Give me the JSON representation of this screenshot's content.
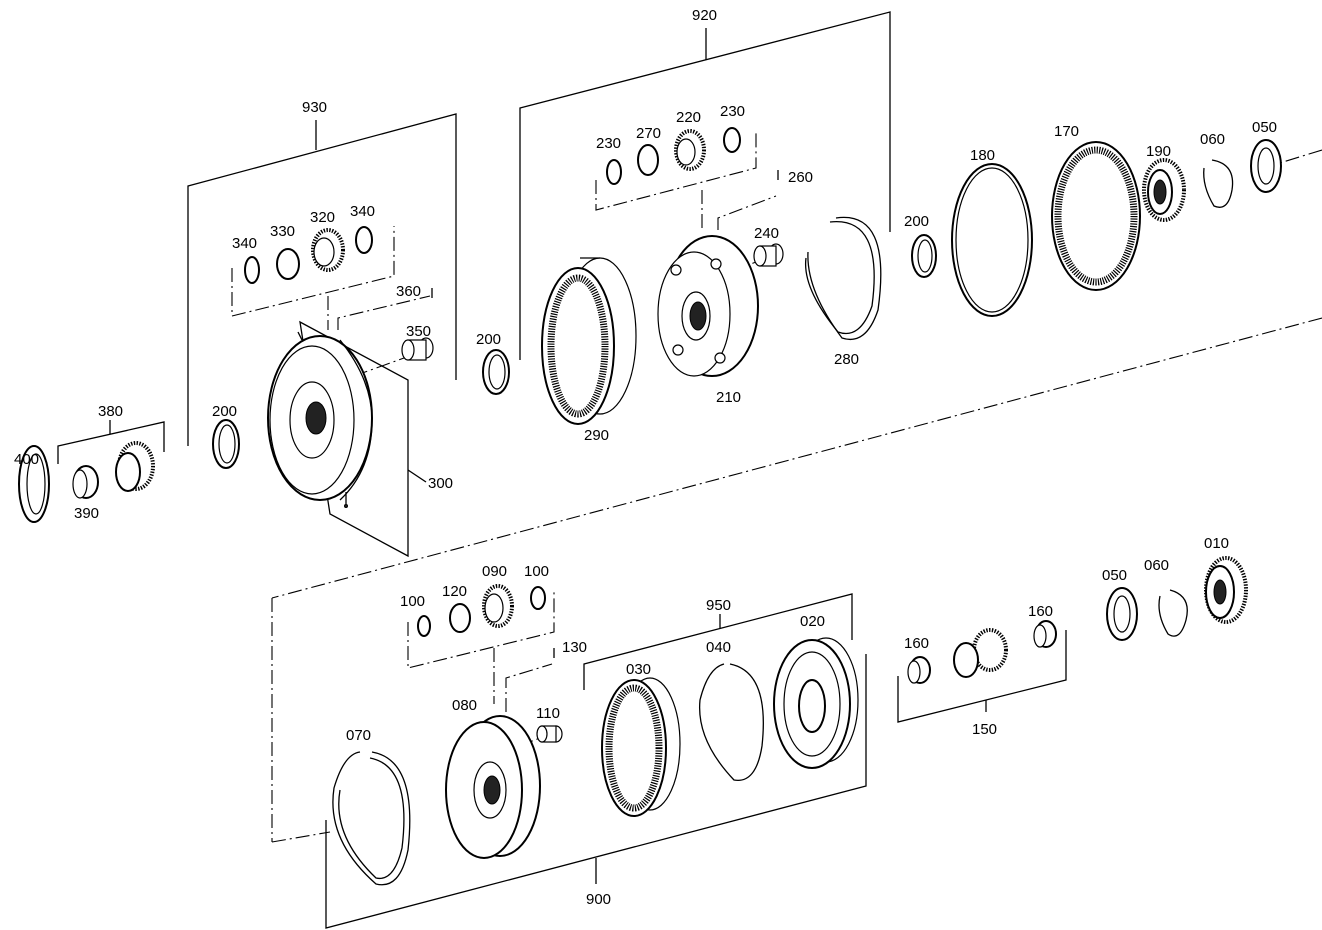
{
  "labels": {
    "l400": "400",
    "l390": "390",
    "l380": "380",
    "l200a": "200",
    "l930": "930",
    "l340a": "340",
    "l330": "330",
    "l320": "320",
    "l340b": "340",
    "l360": "360",
    "l350": "350",
    "l300": "300",
    "l200b": "200",
    "l920": "920",
    "l230a": "230",
    "l270": "270",
    "l220": "220",
    "l230b": "230",
    "l260": "260",
    "l240": "240",
    "l290": "290",
    "l210": "210",
    "l280": "280",
    "l200c": "200",
    "l180": "180",
    "l170": "170",
    "l190": "190",
    "l060a": "060",
    "l050a": "050",
    "l100a": "100",
    "l120": "120",
    "l090": "090",
    "l100b": "100",
    "l130": "130",
    "l110": "110",
    "l080": "080",
    "l070": "070",
    "l950": "950",
    "l030": "030",
    "l040": "040",
    "l020": "020",
    "l900": "900",
    "l160a": "160",
    "l160b": "160",
    "l150": "150",
    "l050b": "050",
    "l060b": "060",
    "l010": "010"
  }
}
